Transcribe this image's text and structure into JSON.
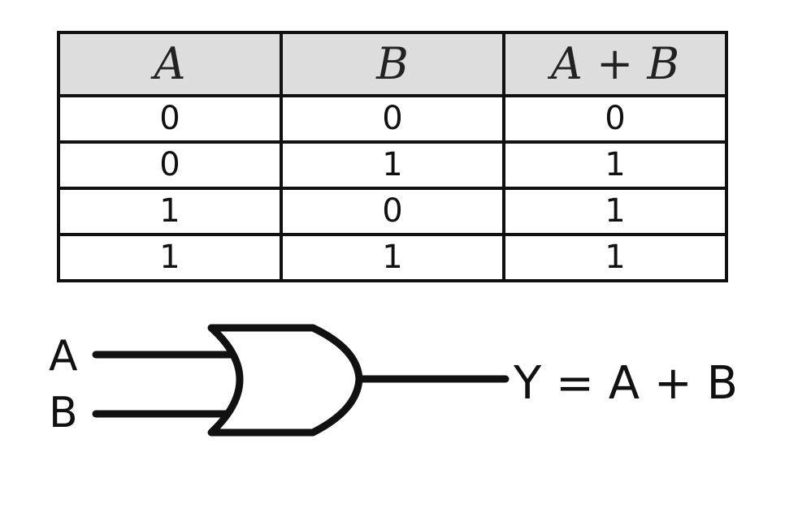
{
  "table": {
    "headers": [
      "A",
      "B",
      "A + B"
    ],
    "rows": [
      [
        "0",
        "0",
        "0"
      ],
      [
        "0",
        "1",
        "1"
      ],
      [
        "1",
        "0",
        "1"
      ],
      [
        "1",
        "1",
        "1"
      ]
    ]
  },
  "gate": {
    "input_a_label": "A",
    "input_b_label": "B",
    "output_label": "Y = A + B",
    "gate_type": "or-gate-icon"
  },
  "colors": {
    "header_background": "#dddddd",
    "line": "#111111",
    "background": "#ffffff"
  }
}
